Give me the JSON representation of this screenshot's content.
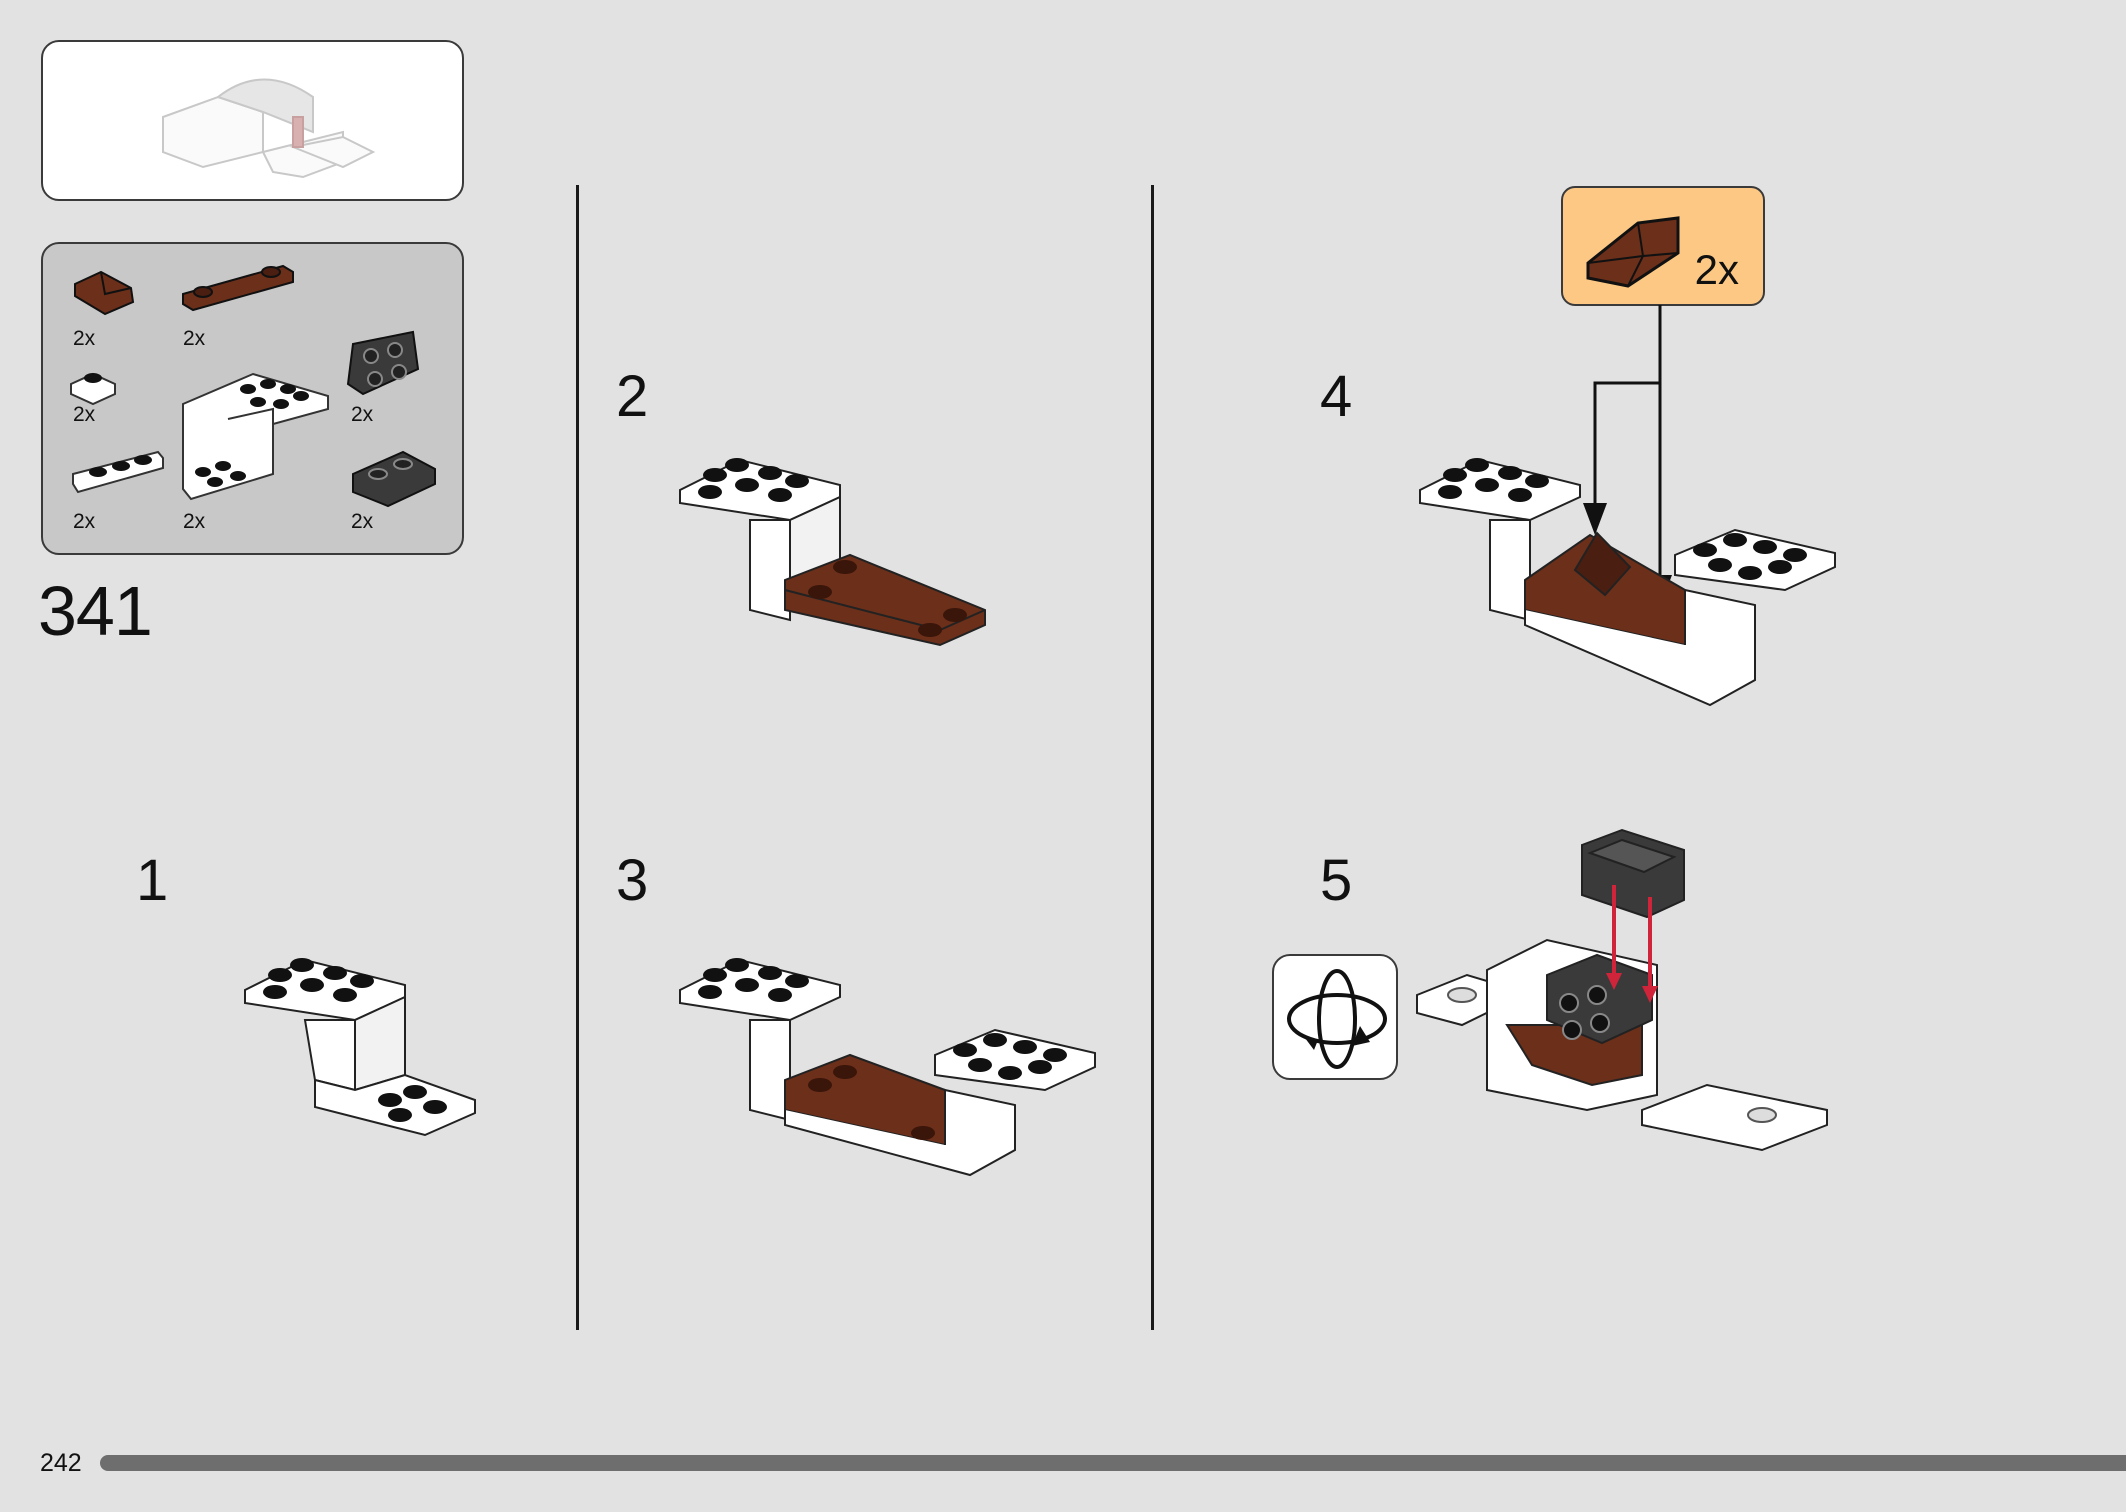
{
  "page": {
    "step_number": "341",
    "page_number": "242",
    "background": "#e2e2e2"
  },
  "parts_list": {
    "items": [
      {
        "name": "brown-slope",
        "qty": "2x",
        "color": "#6b2f1a"
      },
      {
        "name": "brown-plate-1x4",
        "qty": "2x",
        "color": "#6b2f1a"
      },
      {
        "name": "white-plate-1x1",
        "qty": "2x",
        "color": "#ffffff"
      },
      {
        "name": "dark-bracket",
        "qty": "2x",
        "color": "#3a3a3a"
      },
      {
        "name": "white-plate-1x3",
        "qty": "2x",
        "color": "#ffffff"
      },
      {
        "name": "white-bracket-large",
        "qty": "2x",
        "color": "#ffffff"
      },
      {
        "name": "dark-slope-double",
        "qty": "2x",
        "color": "#3a3a3a"
      }
    ]
  },
  "steps": [
    {
      "number": "1"
    },
    {
      "number": "2"
    },
    {
      "number": "3"
    },
    {
      "number": "4",
      "callout_qty": "2x"
    },
    {
      "number": "5"
    }
  ],
  "colors": {
    "brown": "#6b2f1a",
    "callout": "#fcc884",
    "arrow_red": "#d0243a",
    "dark_part": "#3a3a3a"
  },
  "progress": 1.0
}
